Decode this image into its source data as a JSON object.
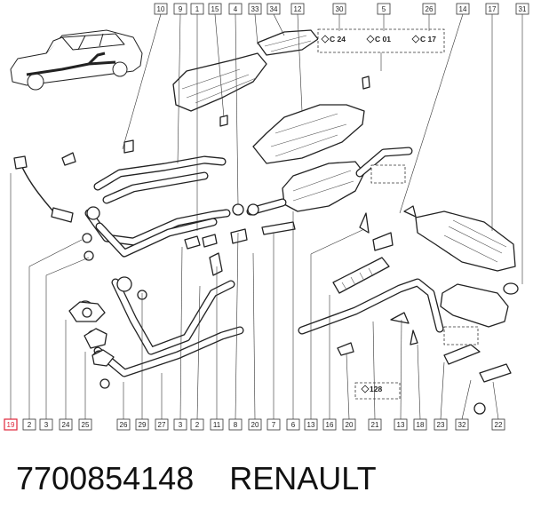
{
  "caption": {
    "part_number": "7700854148",
    "brand": "RENAULT"
  },
  "callouts_top": [
    "10",
    "9",
    "1",
    "15",
    "4",
    "33",
    "34",
    "12",
    "30",
    "5",
    "26",
    "14",
    "17",
    "31"
  ],
  "callouts_bottom": [
    "19",
    "2",
    "3",
    "24",
    "25",
    "26",
    "29",
    "27",
    "3",
    "2",
    "11",
    "8",
    "20",
    "7",
    "6",
    "13",
    "16",
    "20",
    "21",
    "13",
    "18",
    "23",
    "32",
    "22"
  ],
  "highlighted_callout": "19",
  "codes": [
    "C 24",
    "C 01",
    "C 17",
    "128"
  ],
  "colors": {
    "highlight": "#e0263a",
    "line": "#222222"
  }
}
